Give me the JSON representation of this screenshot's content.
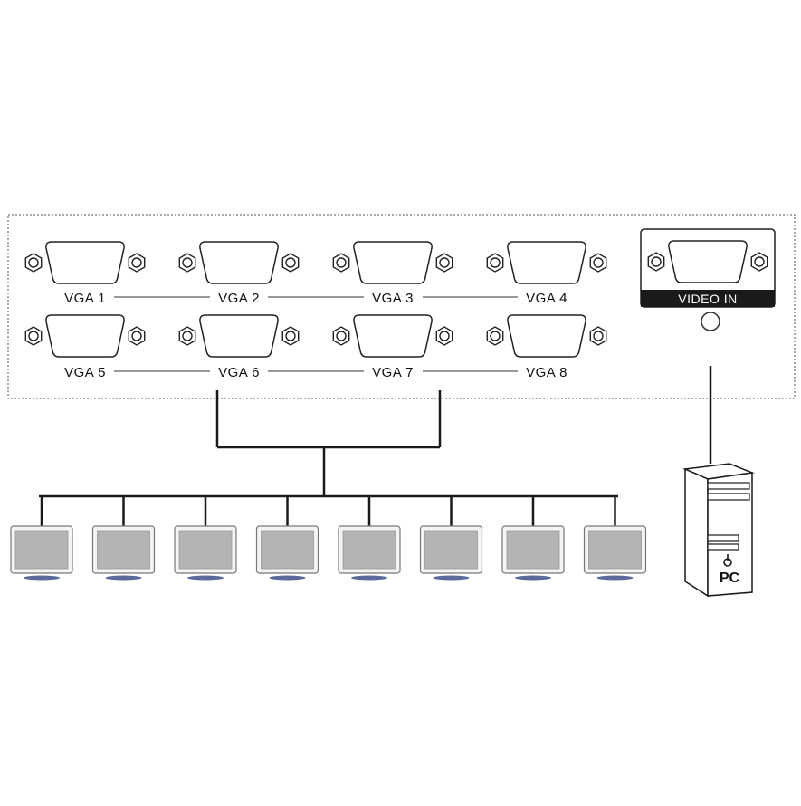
{
  "splitter": {
    "outputs": [
      {
        "label": "VGA 1"
      },
      {
        "label": "VGA 2"
      },
      {
        "label": "VGA 3"
      },
      {
        "label": "VGA 4"
      },
      {
        "label": "VGA 5"
      },
      {
        "label": "VGA 6"
      },
      {
        "label": "VGA 7"
      },
      {
        "label": "VGA 8"
      }
    ],
    "input_label": "VIDEO IN"
  },
  "monitors": {
    "count": 8
  },
  "source": {
    "label": "PC"
  },
  "colors": {
    "line": "#1a1a1a",
    "screen": "#b4b4b4",
    "monitor_stand": "#5a6a9a",
    "label_bar": "#1a1a1a"
  }
}
